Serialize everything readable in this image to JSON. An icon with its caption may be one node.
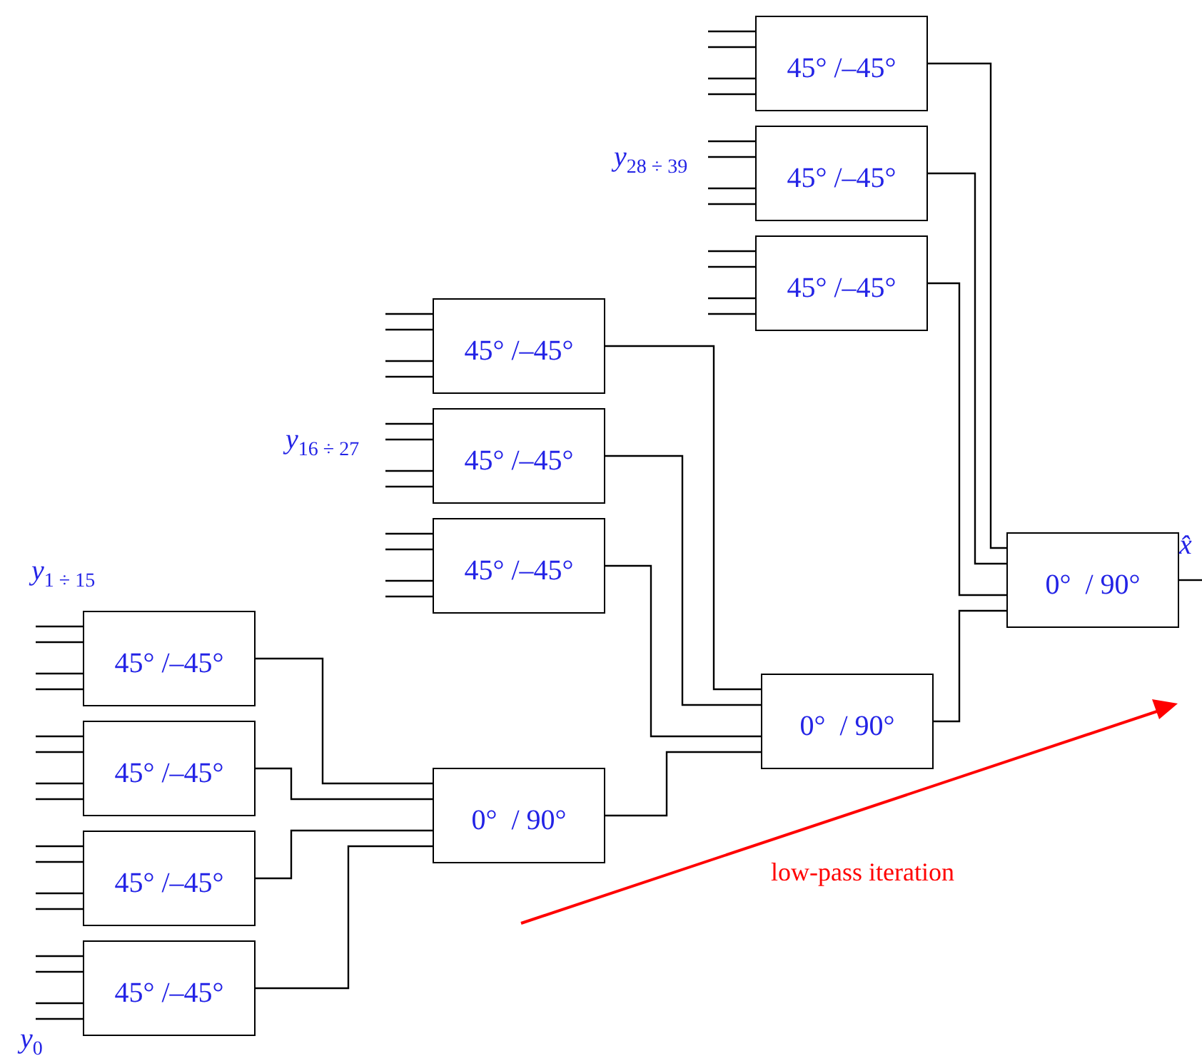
{
  "diagram": {
    "nodes": [
      {
        "text": [
          "45° /–45°"
        ]
      },
      {
        "text": [
          "45° /–45°"
        ]
      },
      {
        "text": [
          "45° /–45°"
        ]
      },
      {
        "text": [
          "45° /–45°"
        ]
      },
      {
        "text": [
          "45° /–45°"
        ]
      },
      {
        "text": [
          "45° /–45°"
        ]
      },
      {
        "text": [
          "0°  / 90°"
        ]
      },
      {
        "text": [
          "0°  / 90°"
        ]
      },
      {
        "text": [
          "45° /–45°"
        ]
      },
      {
        "text": [
          "45° /–45°"
        ]
      },
      {
        "text": [
          "45° /–45°"
        ]
      },
      {
        "text": [
          "45° /–45°"
        ]
      },
      {
        "text": [
          "0°  / 90°"
        ]
      }
    ],
    "edges": [
      {
        "from": 0,
        "to": 6,
        "arrow": "none"
      },
      {
        "from": 1,
        "to": 6,
        "arrow": "none"
      },
      {
        "from": 2,
        "to": 6,
        "arrow": "none"
      },
      {
        "from": 3,
        "to": 7,
        "arrow": "none"
      },
      {
        "from": 4,
        "to": 7,
        "arrow": "none"
      },
      {
        "from": 5,
        "to": 7,
        "arrow": "none"
      },
      {
        "from": 7,
        "to": 6,
        "arrow": "none"
      },
      {
        "from": 8,
        "to": 12,
        "arrow": "none"
      },
      {
        "from": 9,
        "to": 12,
        "arrow": "none"
      },
      {
        "from": 10,
        "to": 12,
        "arrow": "none"
      },
      {
        "from": 11,
        "to": 12,
        "arrow": "none"
      },
      {
        "from": 12,
        "to": 7,
        "arrow": "none"
      },
      {
        "from": 6,
        "to": null,
        "arrow": "none"
      },
      {
        "from": null,
        "to": 0,
        "arrow": "none"
      },
      {
        "from": null,
        "to": 0,
        "arrow": "none"
      },
      {
        "from": null,
        "to": 0,
        "arrow": "none"
      },
      {
        "from": null,
        "to": 0,
        "arrow": "none"
      },
      {
        "from": null,
        "to": 1,
        "arrow": "none"
      },
      {
        "from": null,
        "to": 1,
        "arrow": "none"
      },
      {
        "from": null,
        "to": 1,
        "arrow": "none"
      },
      {
        "from": null,
        "to": 1,
        "arrow": "none"
      },
      {
        "from": null,
        "to": 2,
        "arrow": "none"
      },
      {
        "from": null,
        "to": 2,
        "arrow": "none"
      },
      {
        "from": null,
        "to": 2,
        "arrow": "none"
      },
      {
        "from": null,
        "to": 2,
        "arrow": "none"
      },
      {
        "from": null,
        "to": 3,
        "arrow": "none"
      },
      {
        "from": null,
        "to": 3,
        "arrow": "none"
      },
      {
        "from": null,
        "to": 3,
        "arrow": "none"
      },
      {
        "from": null,
        "to": 3,
        "arrow": "none"
      },
      {
        "from": null,
        "to": 4,
        "arrow": "none"
      },
      {
        "from": null,
        "to": 4,
        "arrow": "none"
      },
      {
        "from": null,
        "to": 4,
        "arrow": "none"
      },
      {
        "from": null,
        "to": 4,
        "arrow": "none"
      },
      {
        "from": null,
        "to": 5,
        "arrow": "none"
      },
      {
        "from": null,
        "to": 5,
        "arrow": "none"
      },
      {
        "from": null,
        "to": 5,
        "arrow": "none"
      },
      {
        "from": null,
        "to": 5,
        "arrow": "none"
      },
      {
        "from": null,
        "to": 8,
        "arrow": "none"
      },
      {
        "from": null,
        "to": 8,
        "arrow": "none"
      },
      {
        "from": null,
        "to": 8,
        "arrow": "none"
      },
      {
        "from": null,
        "to": 8,
        "arrow": "none"
      },
      {
        "from": null,
        "to": 9,
        "arrow": "none"
      },
      {
        "from": null,
        "to": 9,
        "arrow": "none"
      },
      {
        "from": null,
        "to": 9,
        "arrow": "none"
      },
      {
        "from": null,
        "to": 9,
        "arrow": "none"
      },
      {
        "from": null,
        "to": 10,
        "arrow": "none"
      },
      {
        "from": null,
        "to": 10,
        "arrow": "none"
      },
      {
        "from": null,
        "to": 10,
        "arrow": "none"
      },
      {
        "from": null,
        "to": 10,
        "arrow": "none"
      },
      {
        "from": null,
        "to": 11,
        "arrow": "none"
      },
      {
        "from": null,
        "to": 11,
        "arrow": "none"
      },
      {
        "from": null,
        "to": 11,
        "arrow": "none"
      },
      {
        "from": null,
        "to": 11,
        "arrow": "none"
      }
    ],
    "labels": [
      "*y*$_{28 ÷ 39}$",
      "*y*$_{16 ÷ 27}$",
      "*x̂*",
      "*y*$_{1 ÷ 15}$",
      "low-pass iteration",
      "*y*$_{0}$"
    ]
  }
}
